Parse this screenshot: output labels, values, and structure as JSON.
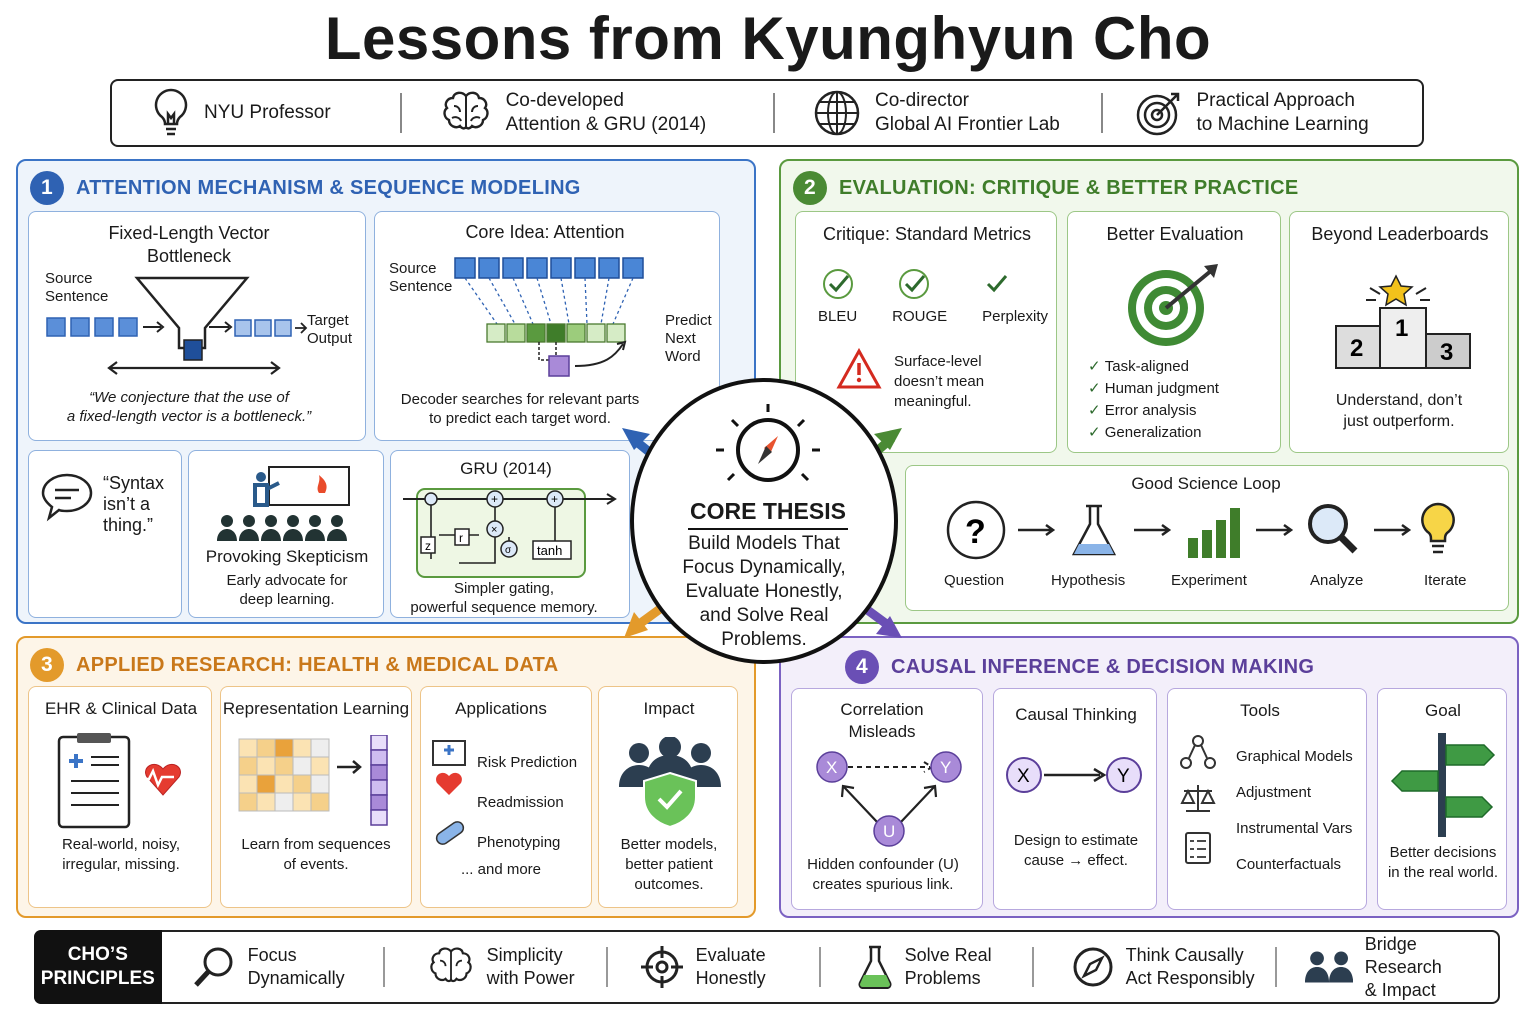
{
  "title": "Lessons from Kyunghyun Cho",
  "topbar": [
    {
      "line1": "NYU Professor",
      "line2": "",
      "icon": "lightbulb-icon"
    },
    {
      "line1": "Co-developed",
      "line2": "Attention & GRU (2014)",
      "icon": "brain-icon"
    },
    {
      "line1": "Co-director",
      "line2": "Global AI Frontier Lab",
      "icon": "globe-icon"
    },
    {
      "line1": "Practical Approach",
      "line2": "to Machine Learning",
      "icon": "target-icon"
    }
  ],
  "panel1": {
    "num": "1",
    "title": "ATTENTION MECHANISM & SEQUENCE MODELING",
    "bottleneck": {
      "title_l1": "Fixed-Length Vector",
      "title_l2": "Bottleneck",
      "source_l1": "Source",
      "source_l2": "Sentence",
      "target_l1": "Target",
      "target_l2": "Output",
      "quote_l1": "“We conjecture that the use of",
      "quote_l2": "a fixed-length vector is a bottleneck.”"
    },
    "attention": {
      "title": "Core Idea: Attention",
      "source_l1": "Source",
      "source_l2": "Sentence",
      "predict_l1": "Predict",
      "predict_l2": "Next",
      "predict_l3": "Word",
      "caption_l1": "Decoder searches for relevant parts",
      "caption_l2": "to predict each target word."
    },
    "syntax": {
      "l1": "“Syntax",
      "l2": "isn’t a",
      "l3": "thing.”"
    },
    "skepticism": {
      "title": "Provoking Skepticism",
      "l1": "Early advocate for",
      "l2": "deep learning."
    },
    "gru": {
      "title": "GRU (2014)",
      "z": "z",
      "r": "r",
      "tanh": "tanh",
      "caption_l1": "Simpler gating,",
      "caption_l2": "powerful sequence memory."
    }
  },
  "panel2": {
    "num": "2",
    "title": "EVALUATION: CRITIQUE & BETTER PRACTICE",
    "critique": {
      "title": "Critique: Standard Metrics",
      "metrics": [
        "BLEU",
        "ROUGE",
        "Perplexity"
      ],
      "warn_l1": "Surface-level",
      "warn_l2": "doesn’t mean",
      "warn_l3": "meaningful."
    },
    "better": {
      "title": "Better Evaluation",
      "items": [
        "Task-aligned",
        "Human judgment",
        "Error analysis",
        "Generalization"
      ]
    },
    "beyond": {
      "title": "Beyond Leaderboards",
      "podium": [
        "2",
        "1",
        "3"
      ],
      "caption_l1": "Understand, don’t",
      "caption_l2": "just outperform."
    },
    "loop": {
      "title": "Good Science Loop",
      "steps": [
        "Question",
        "Hypothesis",
        "Experiment",
        "Analyze",
        "Iterate"
      ],
      "question_mark": "?"
    }
  },
  "core": {
    "title": "CORE THESIS",
    "l1": "Build Models That",
    "l2": "Focus Dynamically,",
    "l3": "Evaluate Honestly,",
    "l4": "and Solve Real",
    "l5": "Problems."
  },
  "panel3": {
    "num": "3",
    "title": "APPLIED RESEARCH: HEALTH & MEDICAL DATA",
    "ehr": {
      "title": "EHR & Clinical Data",
      "l1": "Real-world, noisy,",
      "l2": "irregular, missing."
    },
    "repr": {
      "title": "Representation Learning",
      "l1": "Learn from sequences",
      "l2": "of events."
    },
    "apps": {
      "title": "Applications",
      "items": [
        "Risk Prediction",
        "Readmission",
        "Phenotyping"
      ],
      "more": "... and more"
    },
    "impact": {
      "title": "Impact",
      "l1": "Better models,",
      "l2": "better patient",
      "l3": "outcomes."
    }
  },
  "panel4": {
    "num": "4",
    "title": "CAUSAL INFERENCE & DECISION MAKING",
    "corr": {
      "title_l1": "Correlation",
      "title_l2": "Misleads",
      "x": "X",
      "y": "Y",
      "u": "U",
      "l1": "Hidden confounder (U)",
      "l2": "creates spurious link."
    },
    "causal": {
      "title": "Causal Thinking",
      "x": "X",
      "y": "Y",
      "l1": "Design to estimate",
      "l2": "cause → effect."
    },
    "tools": {
      "title": "Tools",
      "items": [
        "Graphical Models",
        "Adjustment",
        "Instrumental Vars",
        "Counterfactuals"
      ]
    },
    "goal": {
      "title": "Goal",
      "l1": "Better decisions",
      "l2": "in the real world."
    }
  },
  "principles": {
    "label_l1": "CHO’S",
    "label_l2": "PRINCIPLES",
    "items": [
      {
        "l1": "Focus",
        "l2": "Dynamically",
        "icon": "magnifier-icon"
      },
      {
        "l1": "Simplicity",
        "l2": "with Power",
        "icon": "brain-icon"
      },
      {
        "l1": "Evaluate",
        "l2": "Honestly",
        "icon": "crosshair-icon"
      },
      {
        "l1": "Solve Real",
        "l2": "Problems",
        "icon": "flask-icon"
      },
      {
        "l1": "Think Causally",
        "l2": "Act Responsibly",
        "icon": "compass-icon"
      },
      {
        "l1": "Bridge Research",
        "l2": "& Impact",
        "icon": "people-icon"
      }
    ]
  },
  "colors": {
    "blue": "#3b74c6",
    "green": "#5a9a3f",
    "orange": "#e39a2b",
    "purple": "#7b62c2"
  }
}
